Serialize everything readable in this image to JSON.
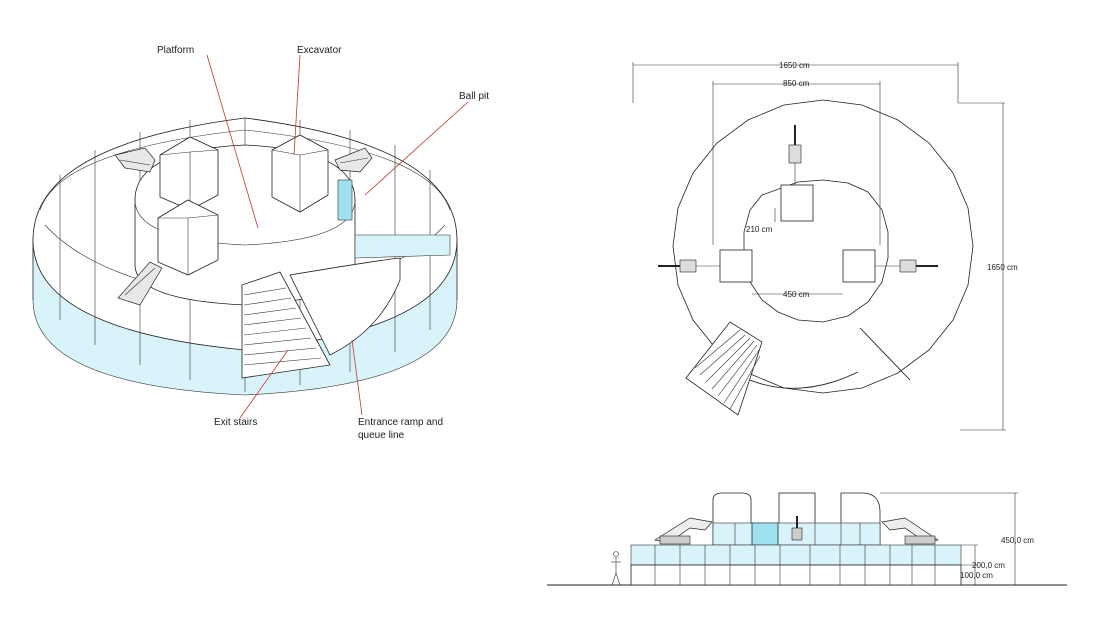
{
  "labels": {
    "platform": "Platform",
    "excavator": "Excavator",
    "ball_pit": "Ball pit",
    "exit_stairs": "Exit stairs",
    "entrance_line1": "Entrance ramp and",
    "entrance_line2": "queue line"
  },
  "dimensions": {
    "outer_width": "1650 cm",
    "inner_width": "850 cm",
    "outer_height": "1650 cm",
    "platform_gap": "450 cm",
    "rail_height": "210 cm",
    "elev_total": "450,0 cm",
    "elev_mid": "200,0 cm",
    "elev_low": "100,0 cm"
  },
  "colors": {
    "glass": "#d9f3fa",
    "glass_accent": "#9ee2f2",
    "leader": "#c0392b",
    "ink": "#222222"
  }
}
